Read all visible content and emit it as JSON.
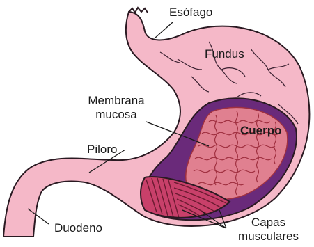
{
  "labels": {
    "esofago": "Esófago",
    "fundus": "Fundus",
    "membrana_1": "Membrana",
    "membrana_2": "mucosa",
    "cuerpo": "Cuerpo",
    "piloro": "Piloro",
    "duodeno": "Duodeno",
    "capas_1": "Capas",
    "capas_2": "musculares"
  },
  "colors": {
    "stomach_fill": "#f5b8c8",
    "outline": "#2a1a22",
    "inner_wall": "#6a2a7a",
    "mucosa": "#e08090",
    "mucosa_dark": "#a03040",
    "muscle": "#c8406a",
    "vein": "#3a2030"
  }
}
